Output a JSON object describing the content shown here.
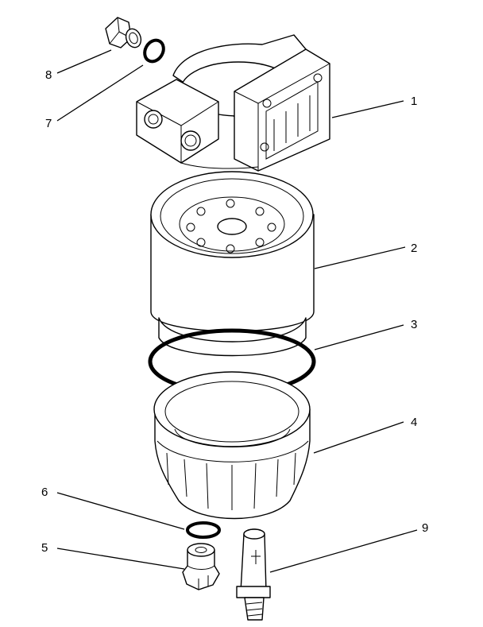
{
  "diagram": {
    "callouts": [
      {
        "id": "1",
        "label": "1"
      },
      {
        "id": "2",
        "label": "2"
      },
      {
        "id": "3",
        "label": "3"
      },
      {
        "id": "4",
        "label": "4"
      },
      {
        "id": "5",
        "label": "5"
      },
      {
        "id": "6",
        "label": "6"
      },
      {
        "id": "7",
        "label": "7"
      },
      {
        "id": "8",
        "label": "8"
      },
      {
        "id": "9",
        "label": "9"
      }
    ],
    "parts": [
      {
        "id": "1",
        "icon": "filter-head-icon"
      },
      {
        "id": "2",
        "icon": "filter-element-icon"
      },
      {
        "id": "3",
        "icon": "o-ring-large-icon"
      },
      {
        "id": "4",
        "icon": "bowl-icon"
      },
      {
        "id": "5",
        "icon": "drain-plug-icon"
      },
      {
        "id": "6",
        "icon": "o-ring-small-icon"
      },
      {
        "id": "7",
        "icon": "o-ring-fitting-icon"
      },
      {
        "id": "8",
        "icon": "fitting-plug-icon"
      },
      {
        "id": "9",
        "icon": "drain-valve-icon"
      }
    ]
  }
}
